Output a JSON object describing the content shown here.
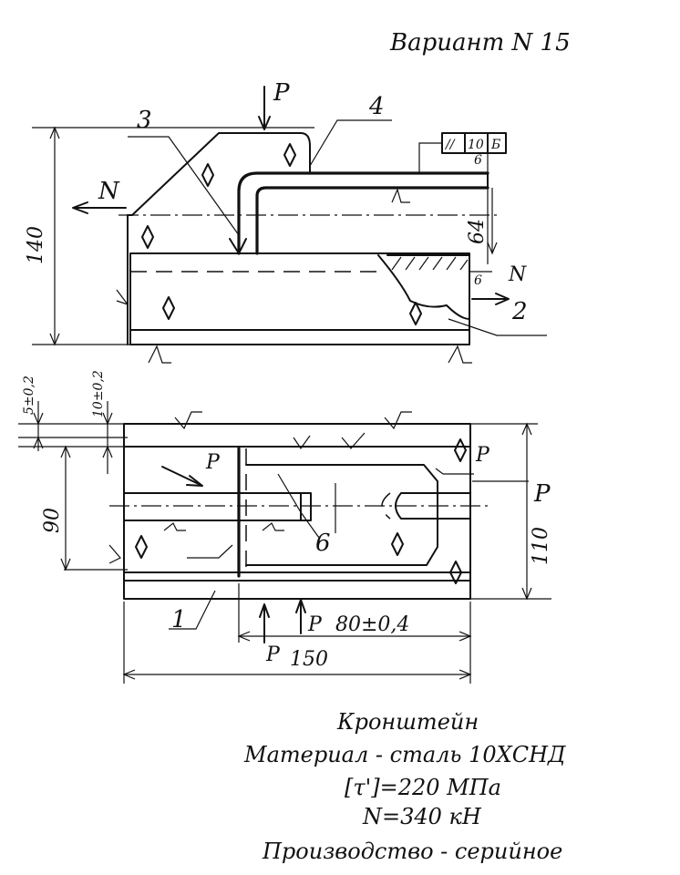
{
  "title": "Вариант N 15",
  "side_view": {
    "dimension_height": "140",
    "dimension_offset": "64",
    "small_dim_top": "6",
    "small_dim_bottom": "6",
    "force_p": "P",
    "force_n_left": "N",
    "force_n_right": "N",
    "part_3": "3",
    "part_4": "4",
    "part_2": "2",
    "tolerance_frame": [
      "//",
      "10",
      "Б"
    ]
  },
  "top_view": {
    "dim_5": "5±0,2",
    "dim_10": "10±0,2",
    "dim_90": "90",
    "dim_110": "110",
    "dim_80": "80±0,4",
    "dim_150": "150",
    "dim_6": "6",
    "force_p_upper_left": "P",
    "force_p_right": "P",
    "force_p_right2": "P",
    "force_p_bottom": "P",
    "force_p_bottom2": "P",
    "part_1": "1"
  },
  "notes": {
    "part_name": "Кронштейн",
    "material": "Материал - сталь 10ХСНД",
    "allowable_stress": "[τ']=220 МПа",
    "force": "N=340 кН",
    "production": "Производство - серийное"
  }
}
